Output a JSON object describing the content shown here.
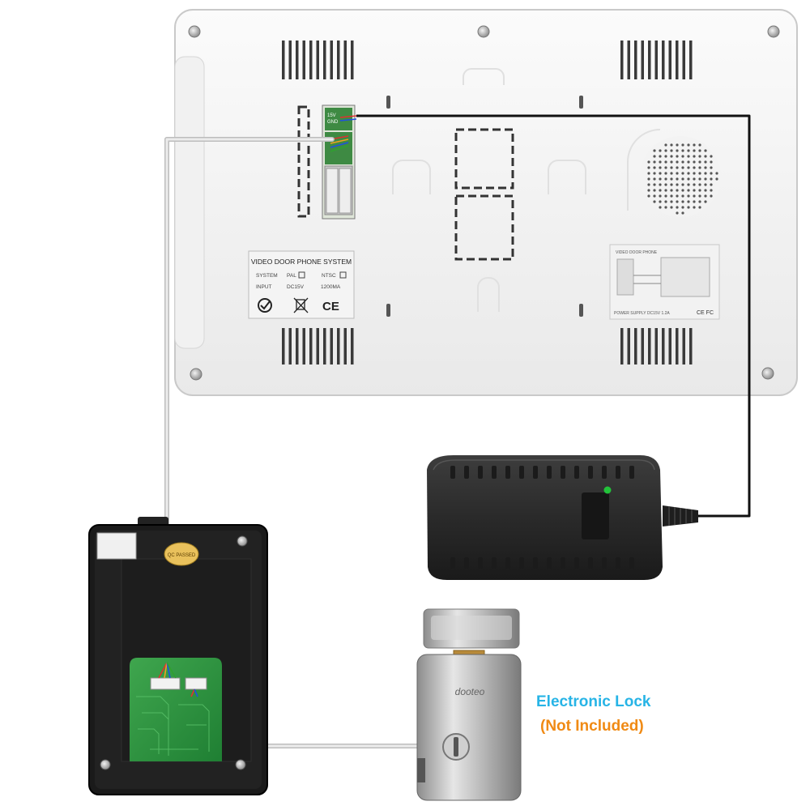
{
  "monitor": {
    "sticker_title": "VIDEO DOOR PHONE SYSTEM",
    "system_label": "SYSTEM",
    "pal_label": "PAL",
    "ntsc_label": "NTSC",
    "input_label": "INPUT",
    "voltage": "DC15V",
    "current": "1200MA",
    "ce_mark": "CE",
    "port_label_1": "15V",
    "port_label_2": "GND",
    "label2_title": "VIDEO DOOR PHONE",
    "label2_footer": "POWER SUPPLY DC15V 1.2A",
    "label2_marks": "CE FC"
  },
  "door_station": {
    "sticker_text": "QC PASSED"
  },
  "lock": {
    "brand": "dooteo",
    "title": "Electronic Lock",
    "note": "(Not Included)"
  },
  "colors": {
    "lock_title": "#27b4e6",
    "lock_note": "#f08a14",
    "power_wire": "#111111",
    "signal_wire": "#d8d8d8",
    "adapter_led": "#22c33a"
  }
}
